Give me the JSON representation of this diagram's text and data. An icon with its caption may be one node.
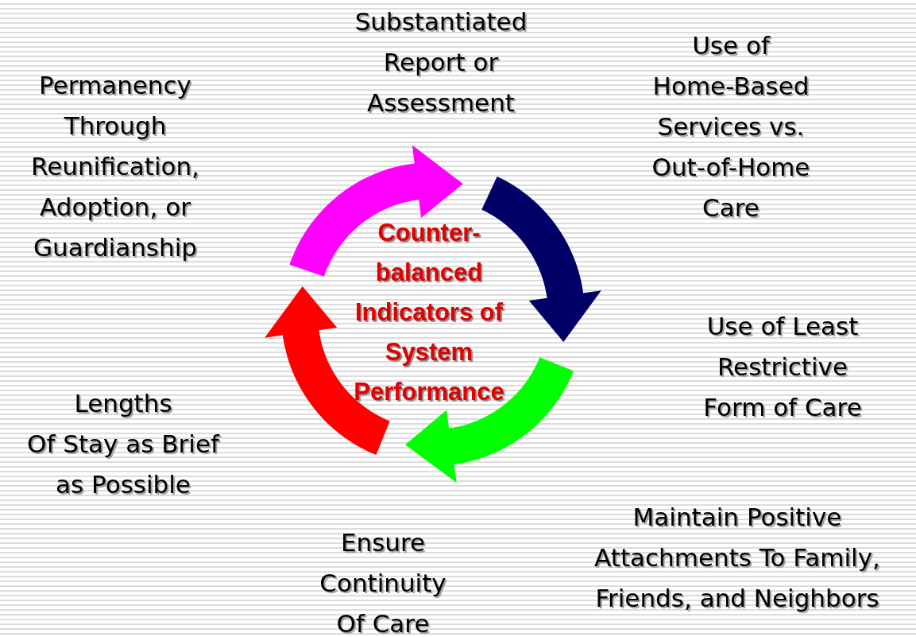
{
  "diagram": {
    "labels": [
      "Substantiated Report or Assessment",
      "Use of Home-Based Services vs. Out-of-Home Care",
      "Permanency Through Reunification, Adoption, or Guardianship",
      "Counter-balanced Indicators of System Performance",
      "Use of Least Restrictive Form of Care",
      "Lengths Of Stay as Brief as Possible",
      "Maintain Positive Attachments To Family, Friends, and Neighbors",
      "Ensure Continuity Of Care"
    ]
  }
}
